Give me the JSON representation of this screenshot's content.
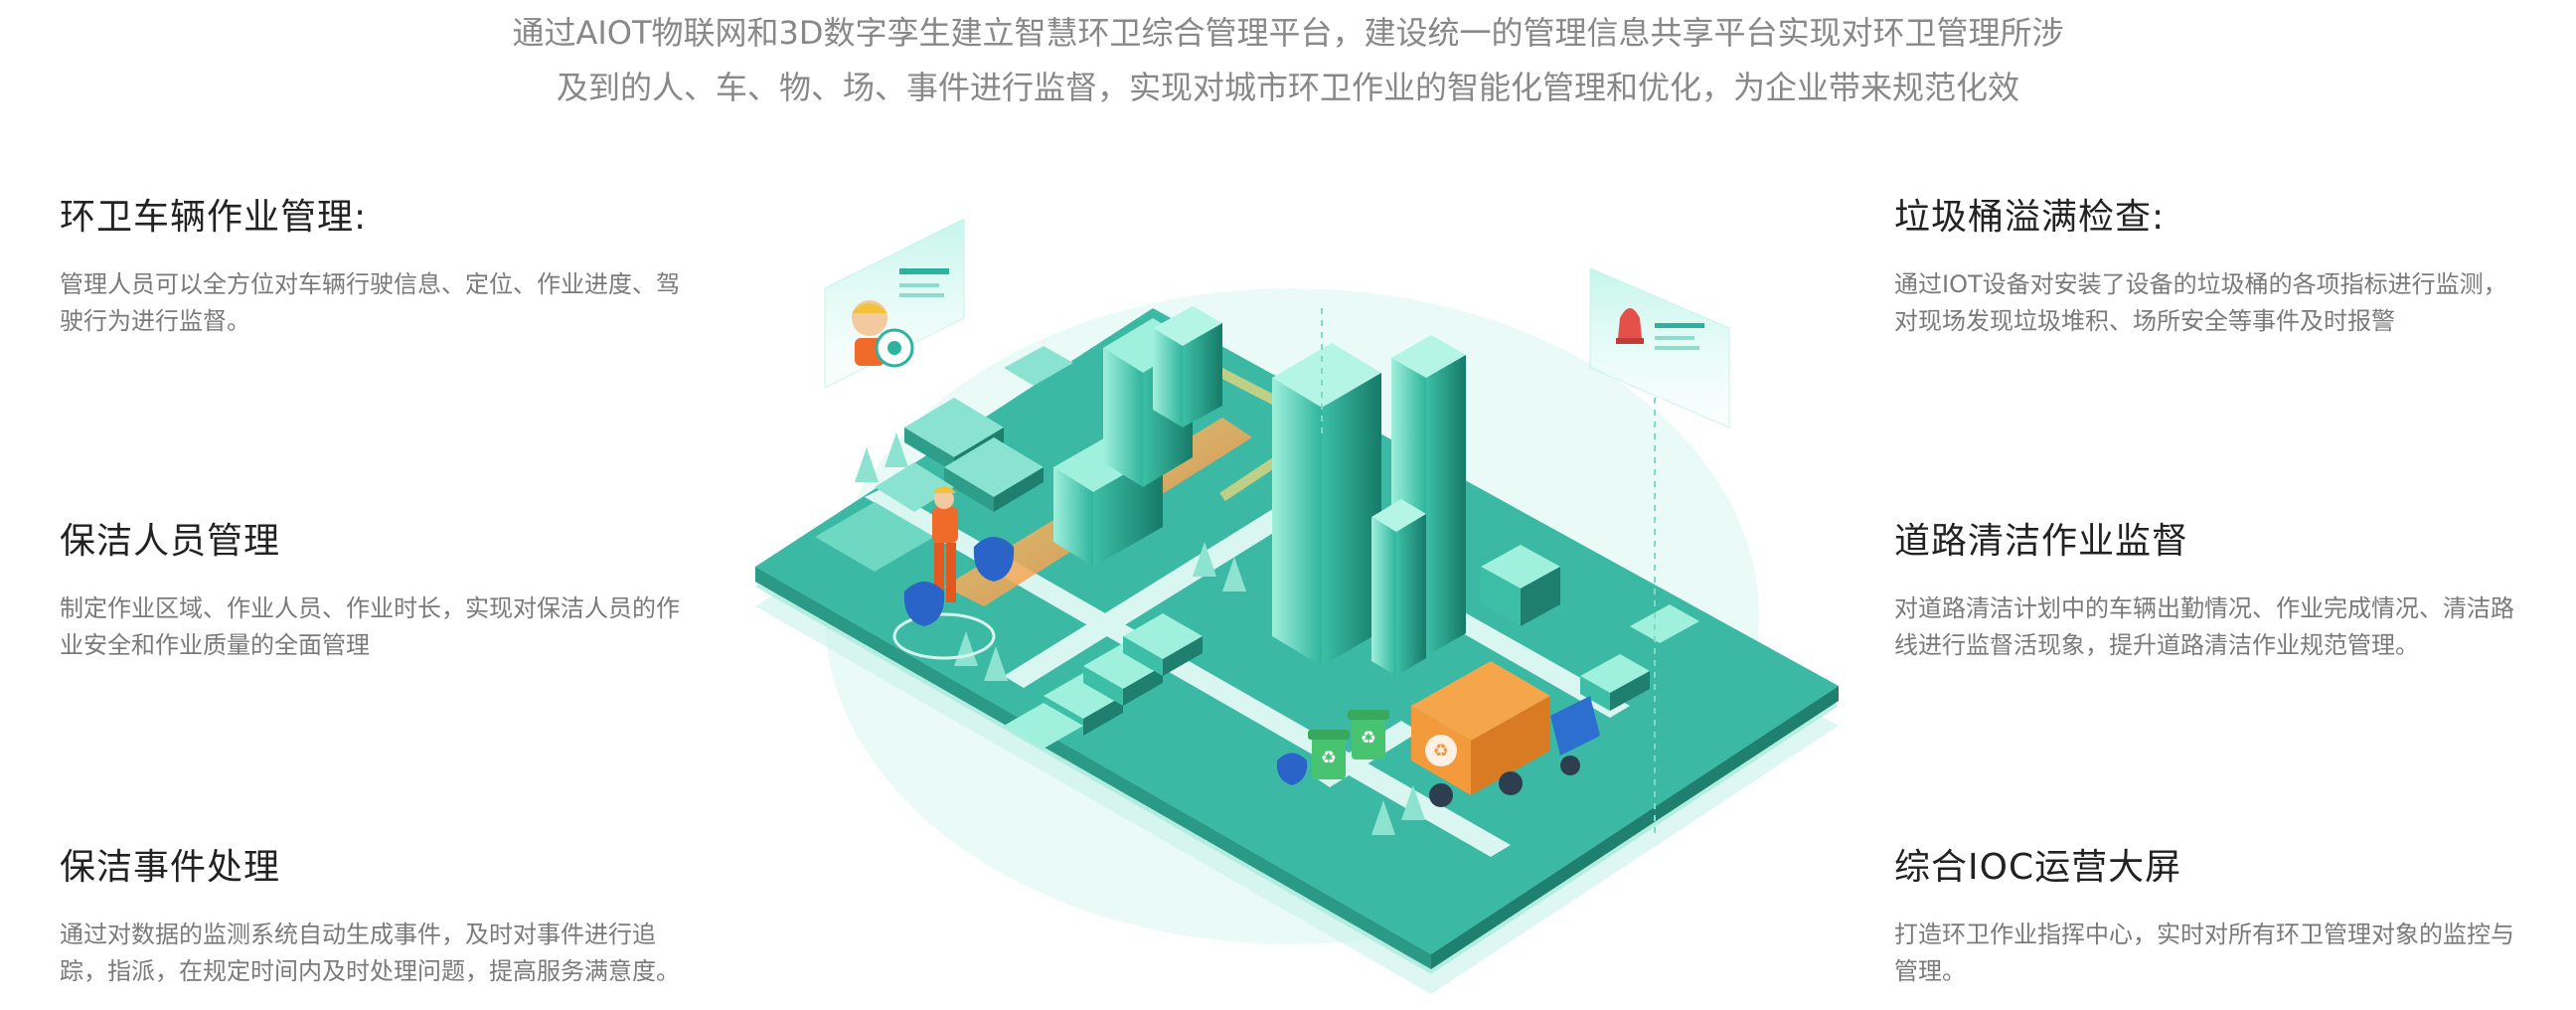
{
  "intro": {
    "line1": "通过AIOT物联网和3D数字孪生建立智慧环卫综合管理平台，建设统一的管理信息共享平台实现对环卫管理所涉",
    "line2": "及到的人、车、物、场、事件进行监督，实现对城市环卫作业的智能化管理和优化，为企业带来规范化效"
  },
  "features": {
    "vehicle": {
      "title": "环卫车辆作业管理:",
      "desc1": "管理人员可以全方位对车辆行驶信息、定位、作业进度、驾",
      "desc2": "驶行为进行监督。"
    },
    "staff": {
      "title": "保洁人员管理",
      "desc1": "制定作业区域、作业人员、作业时长，实现对保洁人员的作",
      "desc2": "业安全和作业质量的全面管理"
    },
    "event": {
      "title": "保洁事件处理",
      "desc1": "通过对数据的监测系统自动生成事件，及时对事件进行追",
      "desc2": "踪，指派，在规定时间内及时处理问题，提高服务满意度。"
    },
    "bin": {
      "title": "垃圾桶溢满检查:",
      "desc1": "通过IOT设备对安装了设备的垃圾桶的各项指标进行监测，",
      "desc2": "对现场发现垃圾堆积、场所安全等事件及时报警"
    },
    "road": {
      "title": "道路清洁作业监督",
      "desc1": "对道路清洁计划中的车辆出勤情况、作业完成情况、清洁路",
      "desc2": "线进行监督活现象，提升道路清洁作业规范管理。"
    },
    "ioc": {
      "title": "综合IOC运营大屏",
      "desc1": "打造环卫作业指挥中心，实时对所有环卫管理对象的监控与",
      "desc2": "管理。"
    }
  },
  "illustration": {
    "colors": {
      "teal": "#2bb3a0",
      "teal_dark": "#1e8f7f",
      "teal_light": "#7fe0cf",
      "orange": "#f39a3c",
      "blue": "#2a64c8",
      "green_bin": "#48c471"
    },
    "icons": [
      "worker-card-icon",
      "alarm-card-icon",
      "camera-icon",
      "recycle-bin-icon",
      "garbage-truck-icon",
      "cleaner-icon",
      "trash-bag-icon"
    ]
  }
}
